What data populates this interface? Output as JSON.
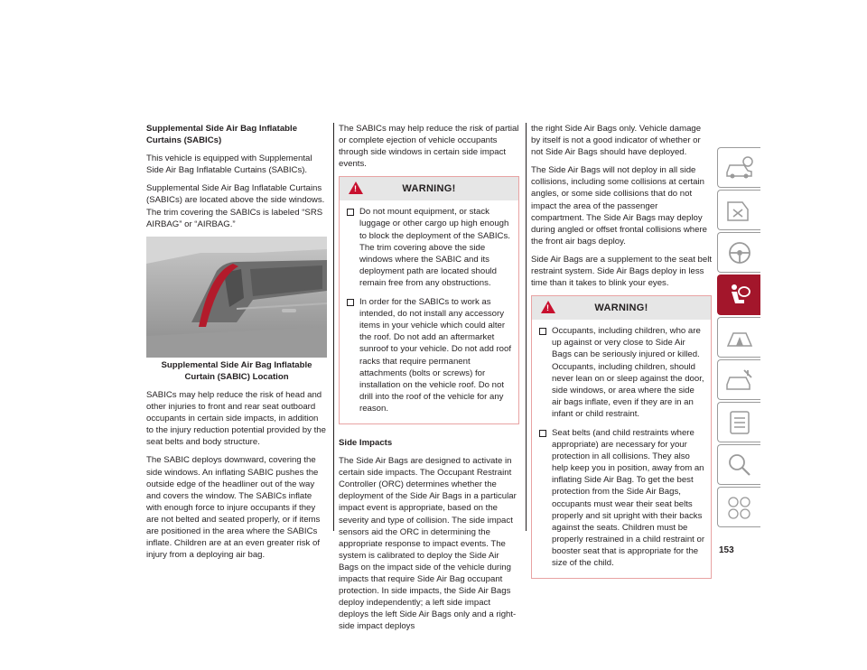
{
  "col1": {
    "heading": "Supplemental Side Air Bag Inflatable Curtains (SABICs)",
    "p1": "This vehicle is equipped with Supplemental Side Air Bag Inflatable Curtains (SABICs).",
    "p2": "Supplemental Side Air Bag Inflatable Curtains (SABICs) are located above the side windows. The trim covering the SABICs is labeled “SRS AIRBAG” or “AIRBAG.”",
    "caption": "Supplemental Side Air Bag Inflatable Curtain (SABIC) Location",
    "p3": "SABICs may help reduce the risk of head and other injuries to front and rear seat outboard occupants in certain side impacts, in addition to the injury reduction potential provided by the seat belts and body structure.",
    "p4": "The SABIC deploys downward, covering the side windows. An inflating SABIC pushes the outside edge of the headliner out of the way and covers the window. The SABICs inflate with enough force to injure occupants if they are not belted and seated properly, or if items are positioned in the area where the SABICs inflate. Children are at an even greater risk of injury from a deploying air bag."
  },
  "col2": {
    "p1": "The SABICs may help reduce the risk of partial or complete ejection of vehicle occupants through side windows in certain side impact events.",
    "warning_title": "WARNING!",
    "warning_items": [
      "Do not mount equipment, or stack luggage or other cargo up high enough to block the deployment of the SABICs. The trim covering above the side windows where the SABIC and its deployment path are located should remain free from any obstructions.",
      "In order for the SABICs to work as intended, do not install any accessory items in your vehicle which could alter the roof. Do not add an aftermarket sunroof to your vehicle. Do not add roof racks that require permanent attachments (bolts or screws) for installation on the vehicle roof. Do not drill into the roof of the vehicle for any reason."
    ],
    "heading": "Side Impacts",
    "p2": "The Side Air Bags are designed to activate in certain side impacts. The Occupant Restraint Controller (ORC) determines whether the deployment of the Side Air Bags in a particular impact event is appropriate, based on the severity and type of collision. The side impact sensors aid the ORC in determining the appropriate response to impact events. The system is calibrated to deploy the Side Air Bags on the impact side of the vehicle during impacts that require Side Air Bag occupant protection. In side impacts, the Side Air Bags deploy independently; a left side impact deploys the left Side Air Bags only and a right-side impact deploys"
  },
  "col3": {
    "p1": "the right Side Air Bags only. Vehicle damage by itself is not a good indicator of whether or not Side Air Bags should have deployed.",
    "p2": "The Side Air Bags will not deploy in all side collisions, including some collisions at certain angles, or some side collisions that do not impact the area of the passenger compartment. The Side Air Bags may deploy during angled or offset frontal collisions where the front air bags deploy.",
    "p3": "Side Air Bags are a supplement to the seat belt restraint system. Side Air Bags deploy in less time than it takes to blink your eyes.",
    "warning_title": "WARNING!",
    "warning_items": [
      "Occupants, including children, who are up against or very close to Side Air Bags can be seriously injured or killed. Occupants, including children, should never lean on or sleep against the door, side windows, or area where the side air bags inflate, even if they are in an infant or child restraint.",
      "Seat belts (and child restraints where appropriate) are necessary for your protection in all collisions. They also help keep you in position, away from an inflating Side Air Bag. To get the best protection from the Side Air Bags, occupants must wear their seat belts properly and sit upright with their backs against the seats. Children must be properly restrained in a child restraint or booster seat that is appropriate for the size of the child."
    ]
  },
  "page_number": "153",
  "tabs": [
    {
      "icon": "car-info-icon",
      "active": false
    },
    {
      "icon": "warning-light-icon",
      "active": false
    },
    {
      "icon": "steering-wheel-icon",
      "active": false
    },
    {
      "icon": "airbag-seat-icon",
      "active": true
    },
    {
      "icon": "roadside-warning-icon",
      "active": false
    },
    {
      "icon": "service-tools-icon",
      "active": false
    },
    {
      "icon": "specifications-list-icon",
      "active": false
    },
    {
      "icon": "search-magnifier-icon",
      "active": false
    },
    {
      "icon": "language-index-icon",
      "active": false
    }
  ],
  "colors": {
    "accent": "#a3162b",
    "warning_border": "#e8a3a3",
    "warning_header": "#e6e6e6"
  }
}
